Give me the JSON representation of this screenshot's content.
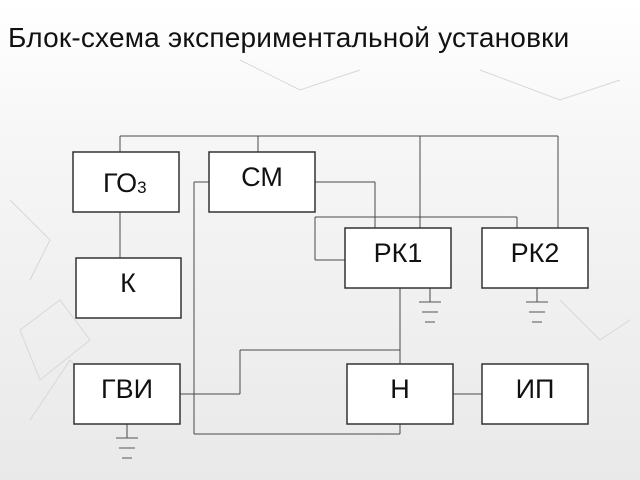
{
  "title": "Блок-схема экспериментальной установки",
  "blocks": {
    "go3": {
      "label": "ГО",
      "sub": "3"
    },
    "sm": {
      "label": "СМ"
    },
    "k": {
      "label": "К"
    },
    "rk1": {
      "label": "РК1"
    },
    "rk2": {
      "label": "РК2"
    },
    "gvi": {
      "label": "ГВИ"
    },
    "n": {
      "label": "Н"
    },
    "ip": {
      "label": "ИП"
    }
  }
}
